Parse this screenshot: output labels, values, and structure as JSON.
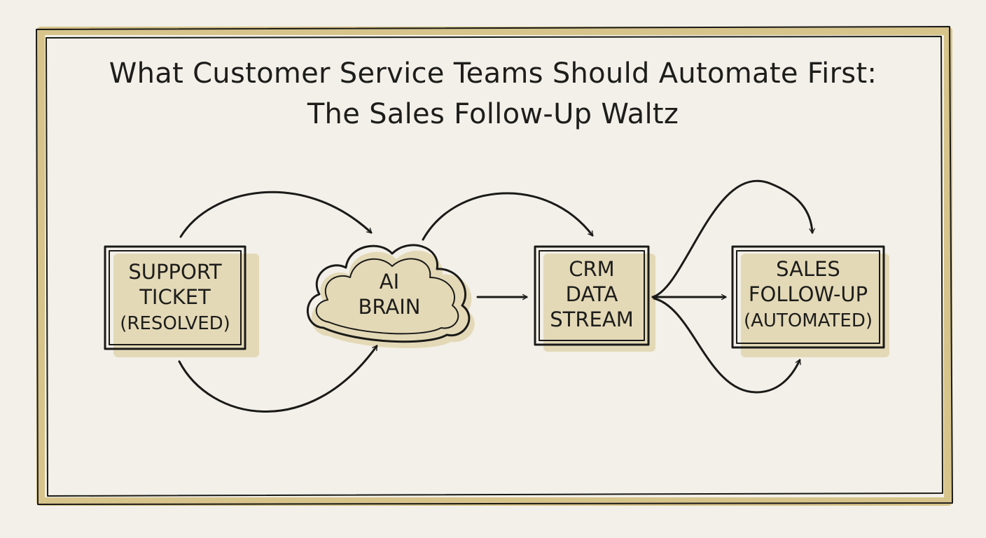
{
  "title": {
    "line1": "What Customer Service Teams Should Automate First:",
    "line2": "The Sales Follow-Up Waltz"
  },
  "nodes": {
    "support_ticket": {
      "line1": "SUPPORT",
      "line2": "TICKET",
      "line3": "(RESOLVED)"
    },
    "ai_brain": {
      "line1": "AI",
      "line2": "BRAIN"
    },
    "crm_data_stream": {
      "line1": "CRM",
      "line2": "DATA",
      "line3": "STREAM"
    },
    "sales_follow_up": {
      "line1": "SALES",
      "line2": "FOLLOW-UP",
      "line3": "(AUTOMATED)"
    }
  },
  "colors": {
    "ink": "#1a1a18",
    "wash": "#d9c78e",
    "frame": "#cdb56c",
    "paper": "#f2f0e8"
  }
}
